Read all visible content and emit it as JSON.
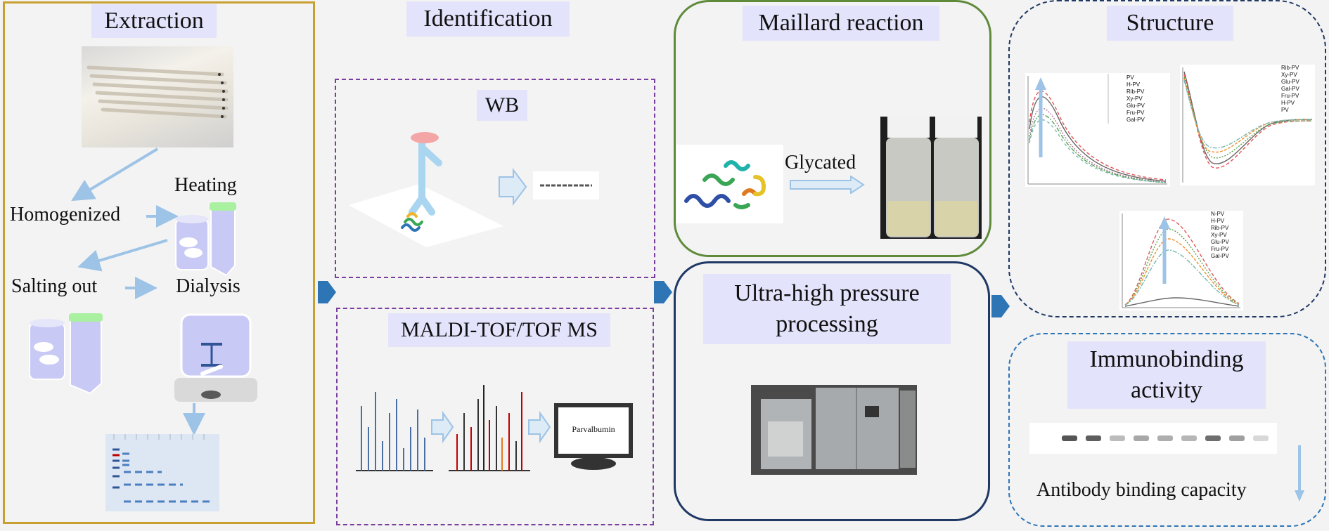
{
  "extraction": {
    "title": "Extraction",
    "step_homogenized": "Homogenized",
    "step_heating": "Heating",
    "step_salting_out": "Salting out",
    "step_dialysis": "Dialysis"
  },
  "identification": {
    "title": "Identification",
    "wb_label": "WB",
    "maldi_label": "MALDI-TOF/TOF MS",
    "monitor_text": "Parvalbumin"
  },
  "maillard": {
    "title": "Maillard reaction",
    "glycated_label": "Glycated"
  },
  "uhp": {
    "title_line1": "Ultra-high pressure",
    "title_line2": "processing"
  },
  "structure": {
    "title": "Structure",
    "plot1_legend": [
      "PV",
      "H-PV",
      "Rib-PV",
      "Xy-PV",
      "Glu-PV",
      "Fru-PV",
      "Gal-PV"
    ],
    "plot2_legend": [
      "Rib-PV",
      "Xy-PV",
      "Glu-PV",
      "Gal-PV",
      "Fru-PV",
      "H-PV",
      "PV"
    ],
    "plot3_legend": [
      "N-PV",
      "H-PV",
      "Rib-PV",
      "Xy-PV",
      "Glu-PV",
      "Fru-PV",
      "Gal-PV"
    ]
  },
  "immuno": {
    "title_line1": "Immunobinding",
    "title_line2": "activity",
    "capacity_label": "Antibody binding capacity"
  },
  "colors": {
    "extraction_border": "#c8a030",
    "identification_border": "#7a3e9c",
    "maillard_border": "#5f8a3a",
    "uhp_border": "#1f3864",
    "structure_border": "#1f3864",
    "immuno_border": "#2e75b6",
    "arrow_blue": "#9dc3e6",
    "stage_arrow": "#2e75b6",
    "title_bg": "#e3e3fb",
    "tube_fill": "#c9c9f5"
  }
}
